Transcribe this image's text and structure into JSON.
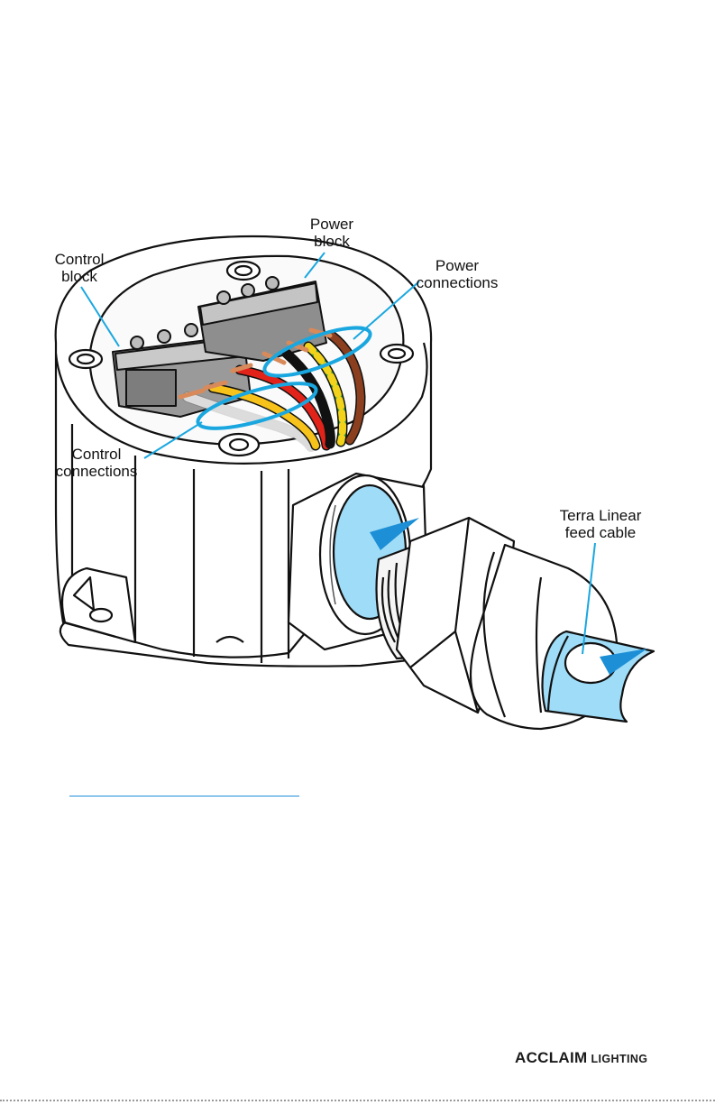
{
  "callouts": {
    "power_block": [
      "Power",
      "block"
    ],
    "control_block": [
      "Control",
      "block"
    ],
    "power_connections": [
      "Power",
      "connections"
    ],
    "control_connections": [
      "Control",
      "connections"
    ],
    "feed_cable": [
      "Terra Linear",
      "feed cable"
    ]
  },
  "brand": {
    "word1": "ACCLAIM",
    "word2": "LIGHTING"
  },
  "colors": {
    "callout_line": "#1aa7e0",
    "cable": "#9fdcf7",
    "arrow": "#1d8fd6",
    "wire_red": "#e2231a",
    "wire_yellow": "#f7c21a",
    "wire_black": "#111111",
    "wire_green_yellow": [
      "#2e9a3b",
      "#f2d21b"
    ],
    "wire_brown": "#8b3f1e",
    "copper": "#d98a5a"
  },
  "icons": [
    "flow-arrow-icon"
  ]
}
